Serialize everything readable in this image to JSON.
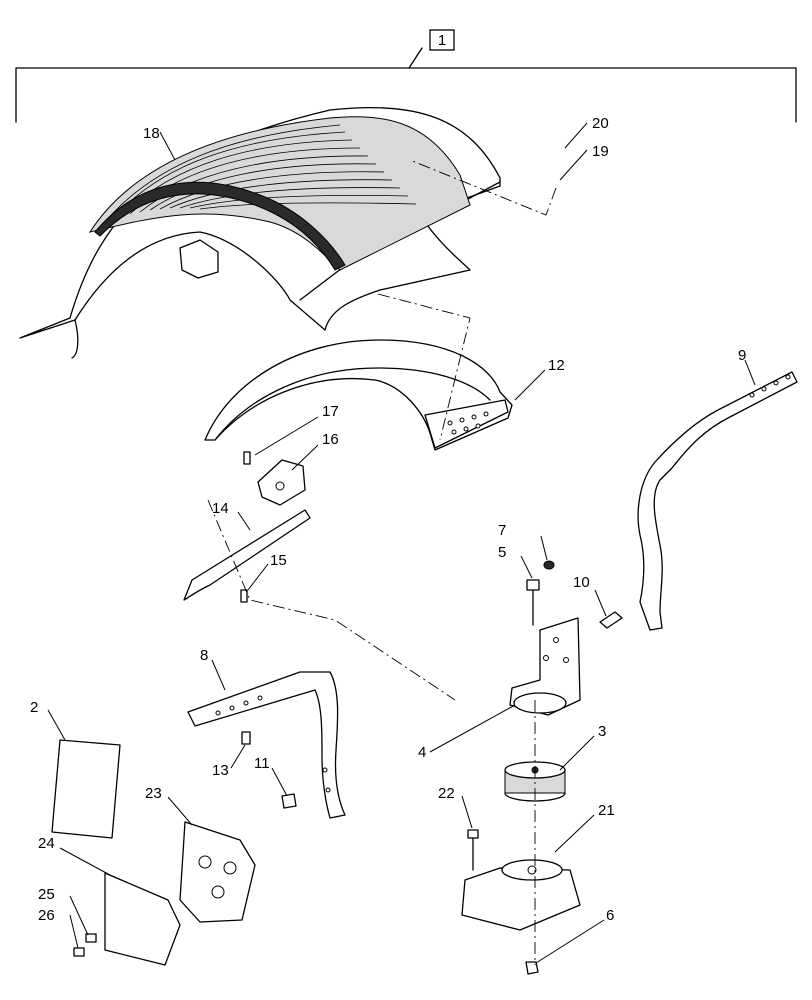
{
  "assembly_label": "1",
  "callouts": {
    "c2": "2",
    "c3": "3",
    "c4": "4",
    "c5": "5",
    "c6": "6",
    "c7": "7",
    "c8": "8",
    "c9": "9",
    "c10": "10",
    "c11": "11",
    "c12": "12",
    "c13": "13",
    "c14": "14",
    "c15": "15",
    "c16": "16",
    "c17": "17",
    "c18": "18",
    "c19": "19",
    "c20": "20",
    "c21": "21",
    "c22": "22",
    "c23": "23",
    "c24": "24",
    "c25": "25",
    "c26": "26"
  }
}
